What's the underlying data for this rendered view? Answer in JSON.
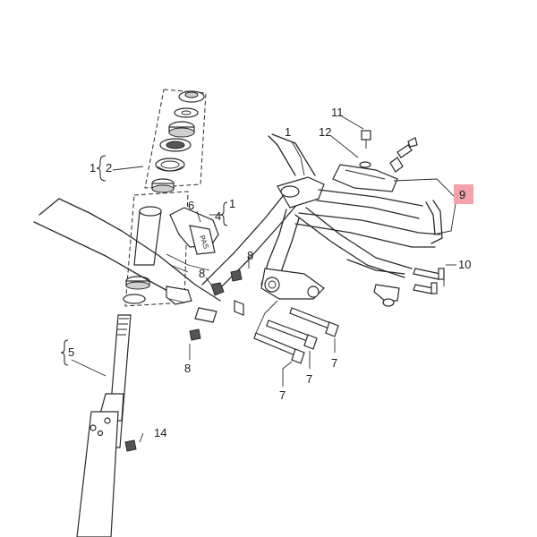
{
  "callouts": {
    "c1_frame": "1",
    "c2_stem": "2",
    "c2_stem_prefix": "1",
    "c4_badge": "4",
    "c4_badge_suffix": "1",
    "c5_fork": "5",
    "c6_guard": "6",
    "c7_a": "7",
    "c7_b": "7",
    "c7_c": "7",
    "c8_a": "8",
    "c8_b": "8",
    "c9_carrier": "9",
    "c10_bolts": "10",
    "c11_bolt": "11",
    "c12_washer": "12",
    "c14_nut": "14"
  },
  "colors": {
    "line": "#2a2a2a",
    "highlight": "#f2a2a8",
    "background": "#ffffff"
  },
  "badge_text": "PAS"
}
